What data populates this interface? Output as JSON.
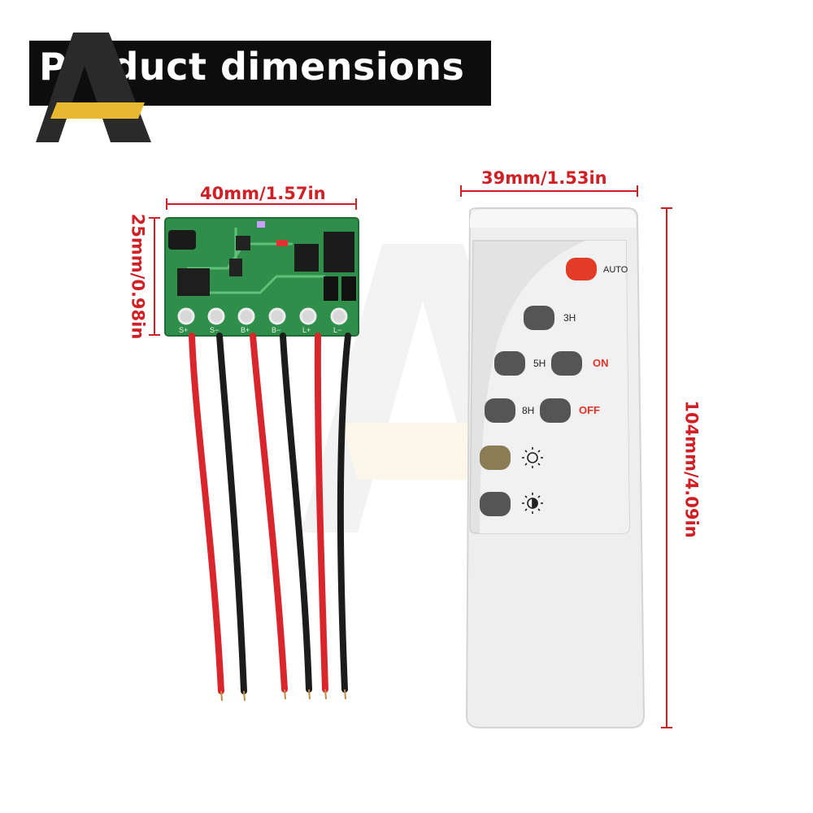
{
  "title": "Product dimensions",
  "dimensions": {
    "board_width": "40mm/1.57in",
    "board_height": "25mm/0.98in",
    "remote_width": "39mm/1.53in",
    "remote_height": "104mm/4.09in"
  },
  "board": {
    "pin_labels": [
      "S+",
      "S−",
      "B+",
      "B−",
      "L+",
      "L−"
    ],
    "wire_colors": [
      "#d9262c",
      "#1c1c1c",
      "#d9262c",
      "#1c1c1c",
      "#d9262c",
      "#1c1c1c"
    ]
  },
  "remote": {
    "buttons": [
      {
        "label": "AUTO"
      },
      {
        "label": "3H"
      },
      {
        "label": "5H"
      },
      {
        "label": "ON"
      },
      {
        "label": "8H"
      },
      {
        "label": "OFF"
      }
    ],
    "icon_buttons": [
      "sun-outline-icon",
      "sun-half-icon"
    ]
  },
  "colors": {
    "accent": "#d01f25",
    "banner": "#0d0d0d",
    "pcb": "#2f8f4a"
  }
}
